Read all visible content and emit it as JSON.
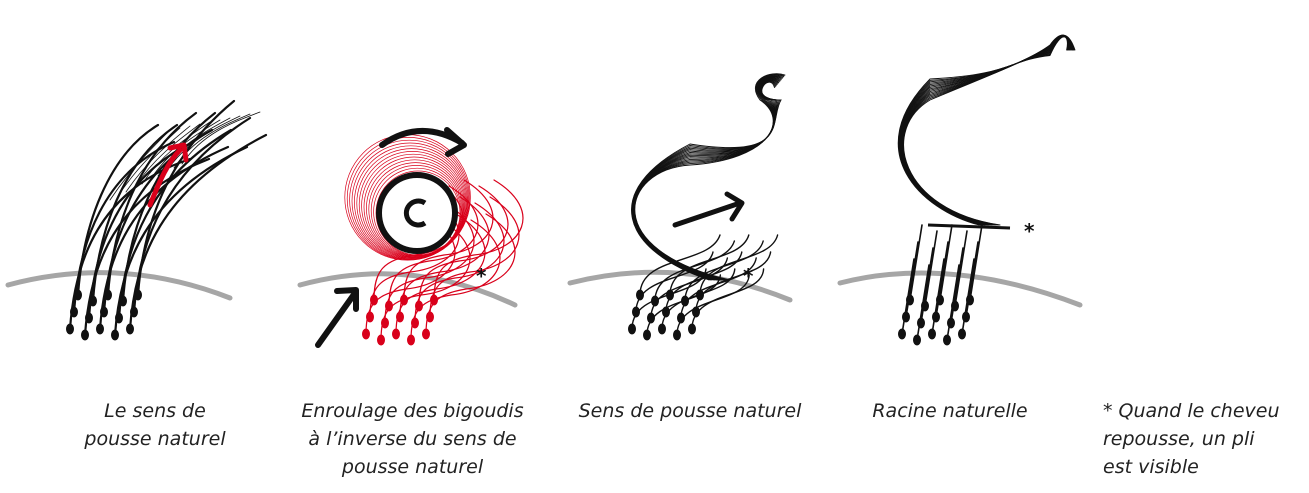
{
  "colors": {
    "ink": "#111111",
    "accent": "#d9001b",
    "scalp": "#a6a6a6",
    "text": "#222222"
  },
  "panels": [
    {
      "id": "panel-1",
      "caption": "Le sens de\npousse naturel",
      "marker": ""
    },
    {
      "id": "panel-2",
      "caption": "Enroulage des bigoudis\nà l’inverse du sens de\npousse naturel",
      "marker": "*"
    },
    {
      "id": "panel-3",
      "caption": "Sens de pousse naturel",
      "marker": "*"
    },
    {
      "id": "panel-4",
      "caption": "Racine naturelle",
      "marker": "*"
    }
  ],
  "footnote": "* Quand le cheveu\nrepousse, un pli\nest visible",
  "icons": [
    "curved-arrow-icon",
    "roller-icon",
    "straight-arrow-icon",
    "asterisk-icon"
  ]
}
